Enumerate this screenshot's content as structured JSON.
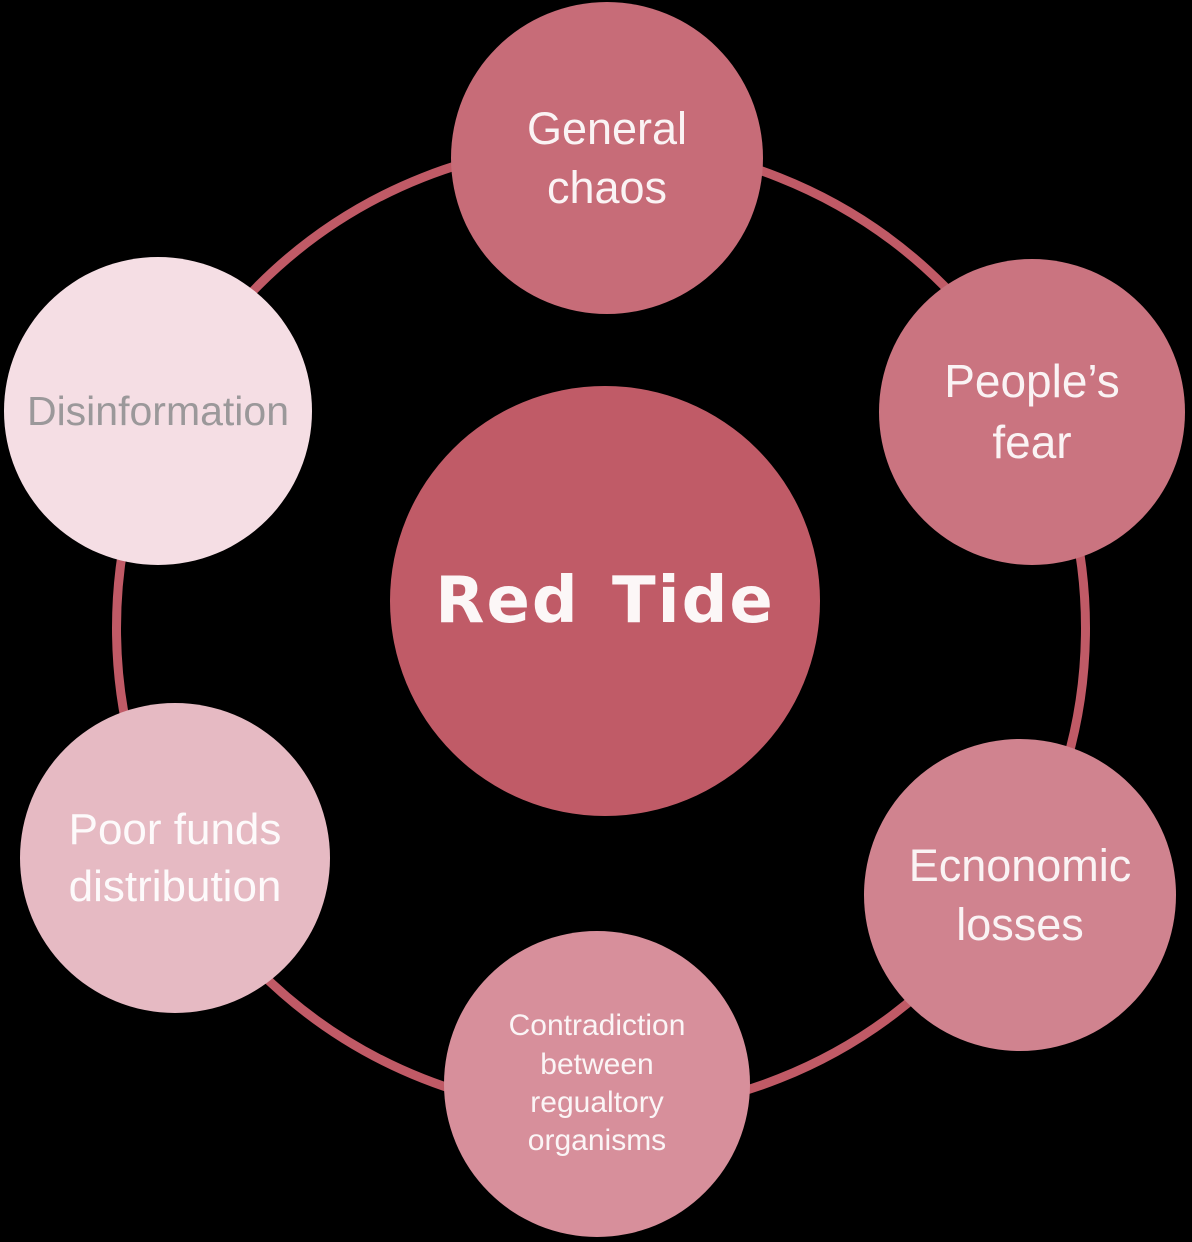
{
  "diagram": {
    "background_color": "#000000",
    "ring_color": "#c05a66",
    "center": {
      "label": "Red Tide",
      "fill": "#c05b67",
      "text_color": "#fcf7f7"
    },
    "nodes": [
      {
        "id": "general-chaos",
        "label": "General chaos",
        "fill": "#c76c78",
        "text_color": "#faf3f4"
      },
      {
        "id": "peoples-fear",
        "label": "People’s fear",
        "fill": "#ca7480",
        "text_color": "#faf3f4"
      },
      {
        "id": "economic-losses",
        "label": "Ecnonomic losses",
        "fill": "#d0838f",
        "text_color": "#faf3f4"
      },
      {
        "id": "contradiction",
        "label": "Contradiction between regualtory organisms",
        "fill": "#d78f9b",
        "text_color": "#fbf5f6"
      },
      {
        "id": "poor-funds",
        "label": "Poor funds distribution",
        "fill": "#e6bac3",
        "text_color": "#fdfafb"
      },
      {
        "id": "disinformation",
        "label": "Disinformation",
        "fill": "#f5dee4",
        "text_color": "#9b989a"
      }
    ]
  }
}
